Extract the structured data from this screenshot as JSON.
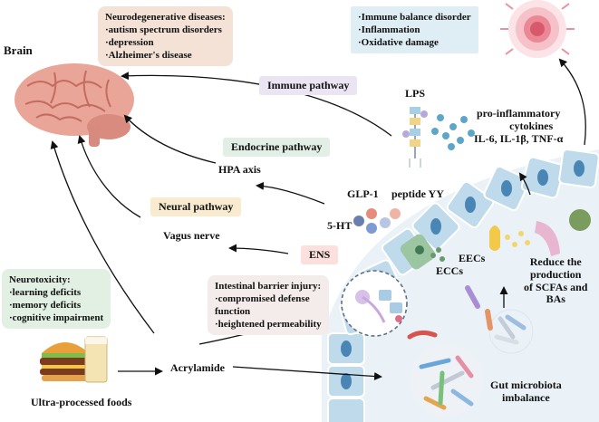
{
  "title_brain": "Brain",
  "neuro_box": {
    "heading": "Neurodegenerative diseases:",
    "items": [
      "·autism spectrum disorders",
      "·depression",
      "·Alzheimer's disease"
    ]
  },
  "immune_box": {
    "items": [
      "·Immune balance disorder",
      "·Inflammation",
      "·Oxidative damage"
    ]
  },
  "immune_pathway": "Immune pathway",
  "lps": "LPS",
  "cytokines": {
    "line1": "pro-inflammatory",
    "line2": "cytokines",
    "line3": "IL-6, IL-1β, TNF-α"
  },
  "endocrine_pathway": "Endocrine pathway",
  "hpa_axis": "HPA axis",
  "glp1": "GLP-1",
  "peptide_yy": "peptide YY",
  "five_ht": "5-HT",
  "neural_pathway": "Neural pathway",
  "vagus_nerve": "Vagus nerve",
  "ens": "ENS",
  "eecs": "EECs",
  "eccs": "ECCs",
  "reduce": [
    "Reduce the",
    "production",
    "of SCFAs and",
    "BAs"
  ],
  "neurotox_box": {
    "heading": "Neurotoxicity:",
    "items": [
      "·learning deficits",
      "·memory deficits",
      "·cognitive impairment"
    ]
  },
  "barrier_box": {
    "heading": "Intestinal barrier injury:",
    "items": [
      "·compromised defense",
      "function",
      "·heightened permeability"
    ]
  },
  "acrylamide": "Acrylamide",
  "ultra_processed": "Ultra-processed foods",
  "gut_microbiota": [
    "Gut microbiota",
    "imbalance"
  ],
  "colors": {
    "neuro_box_bg": "#f3e2d5",
    "immune_box_bg": "#dfeef5",
    "pill_bg": "#ebe4f2",
    "endocrine_bg": "#e2efe6",
    "neural_bg": "#f8ebcf",
    "ens_bg": "#fbe0dd",
    "neurotox_bg": "#e1f0e2",
    "barrier_bg": "#f3ecea",
    "cell": "#bcd8e8",
    "nucleus": "#4d84b3",
    "brain": "#eda79b"
  }
}
